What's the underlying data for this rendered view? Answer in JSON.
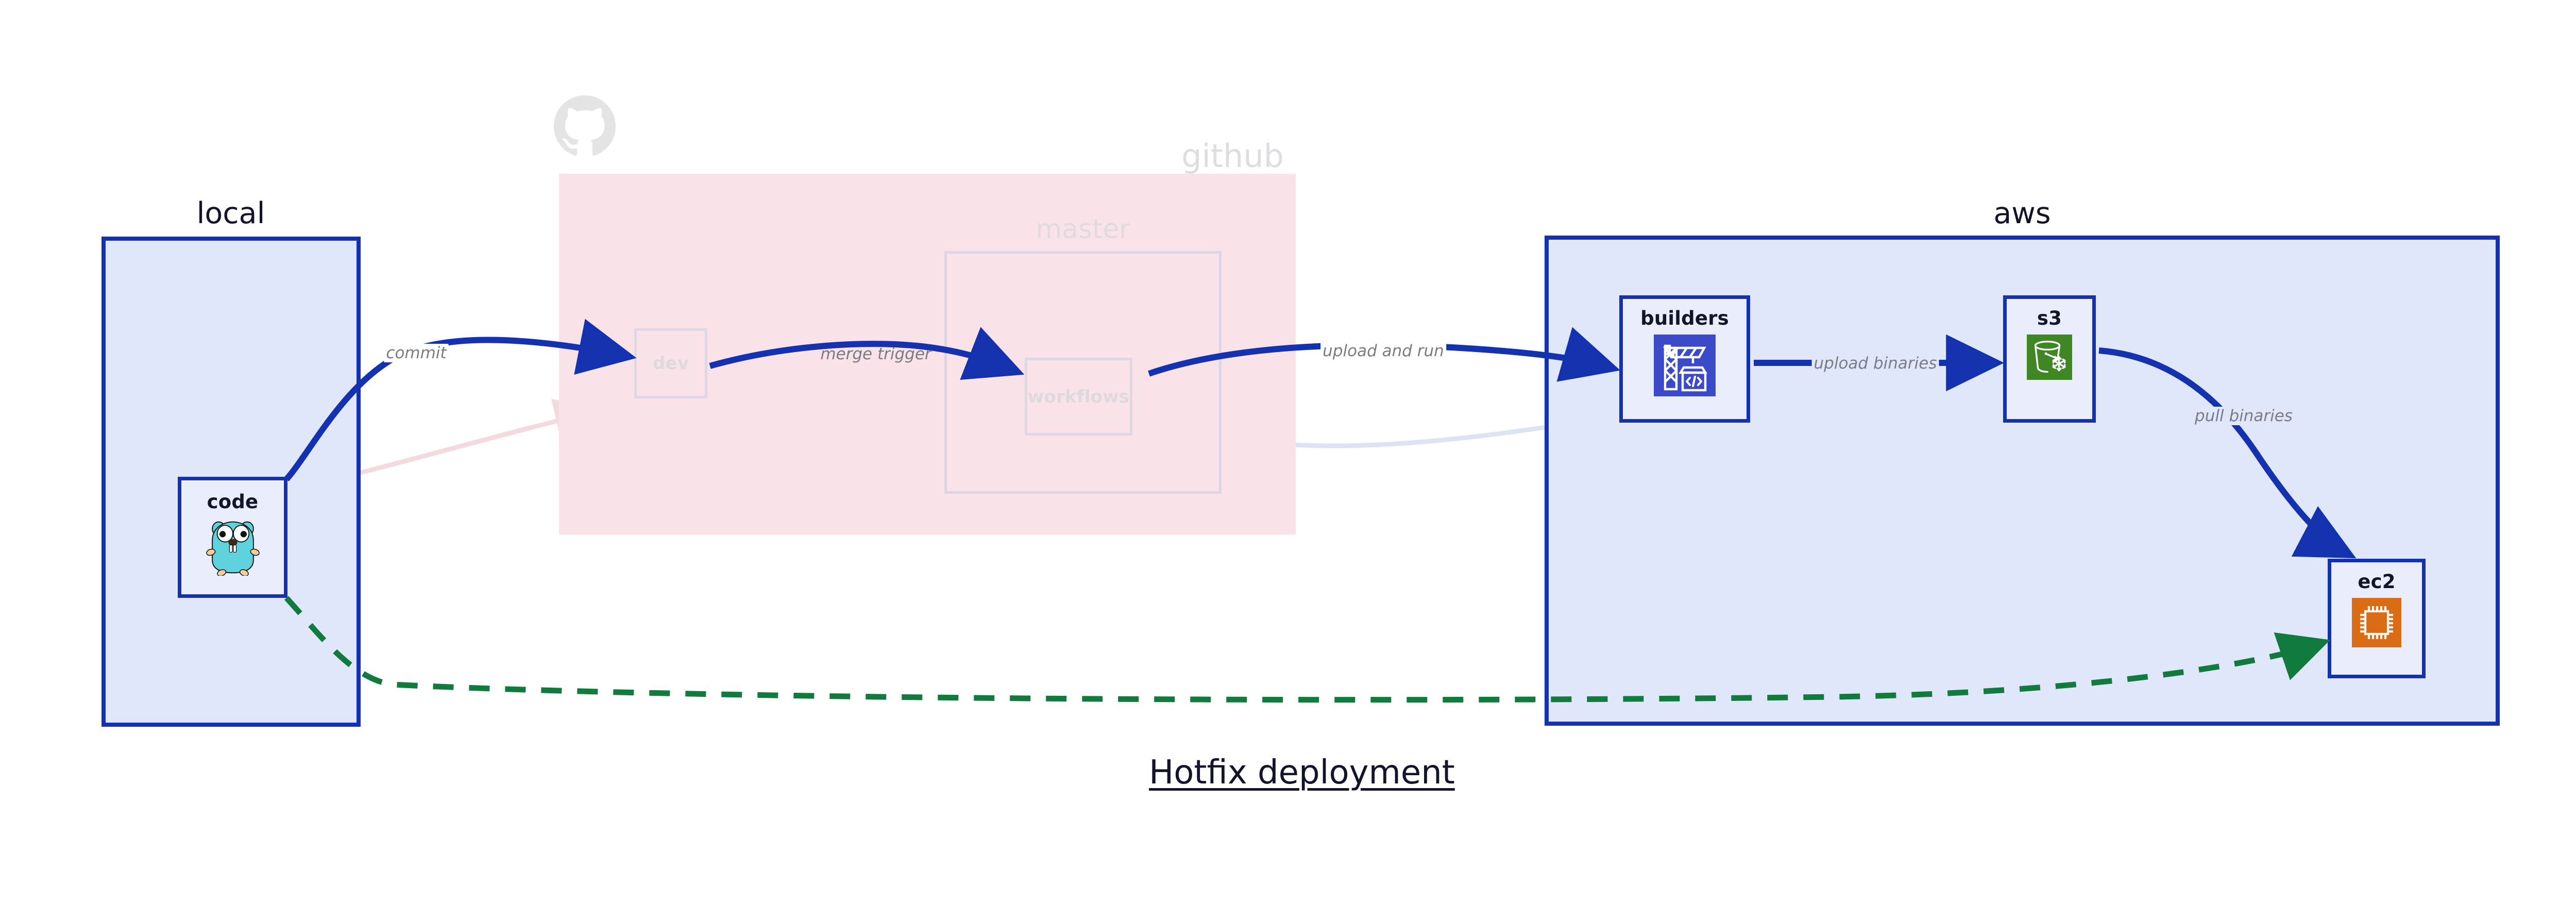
{
  "title": "Hotfix deployment",
  "colors": {
    "edge_blue": "#1431b0",
    "edge_green": "#117a3d",
    "group_blue_fill": "#e1e7fb",
    "group_blue_border": "#1431b0",
    "group_pink_fill": "#f9e3e8",
    "node_fill": "#eaeefc",
    "ghost_border": "#ded7e4",
    "label_grey": "#7b7b85",
    "title_ink": "#12142b",
    "builders_icon_bg": "#3b4ac9",
    "s3_icon_bg": "#3f8624",
    "ec2_icon_bg": "#da6c15",
    "gopher_body": "#5fd2dd"
  },
  "groups": [
    {
      "id": "local",
      "label": "local",
      "style": "blue",
      "faded": false
    },
    {
      "id": "github",
      "label": "github",
      "style": "pink",
      "faded": true
    },
    {
      "id": "aws",
      "label": "aws",
      "style": "blue",
      "faded": false
    }
  ],
  "subframes": [
    {
      "id": "master",
      "label": "master",
      "parent": "github",
      "faded": true
    }
  ],
  "nodes": [
    {
      "id": "code",
      "label": "code",
      "group": "local",
      "icon": "go-gopher-icon",
      "faded": false
    },
    {
      "id": "dev",
      "label": "dev",
      "group": "github",
      "icon": null,
      "faded": true
    },
    {
      "id": "workflows",
      "label": "workflows",
      "group": "master",
      "icon": null,
      "faded": true
    },
    {
      "id": "builders",
      "label": "builders",
      "group": "aws",
      "icon": "crane-code-icon",
      "faded": false
    },
    {
      "id": "s3",
      "label": "s3",
      "group": "aws",
      "icon": "s3-bucket-icon",
      "faded": false
    },
    {
      "id": "ec2",
      "label": "ec2",
      "group": "aws",
      "icon": "cpu-chip-icon",
      "faded": false
    }
  ],
  "edges": [
    {
      "id": "e1",
      "from": "code",
      "to": "dev",
      "label": "commit",
      "color": "#1431b0",
      "style": "solid",
      "faded": false
    },
    {
      "id": "e2",
      "from": "dev",
      "to": "workflows",
      "label": "merge trigger",
      "color": "#1431b0",
      "style": "solid",
      "faded": false
    },
    {
      "id": "e3",
      "from": "workflows",
      "to": "builders",
      "label": "upload and run",
      "color": "#1431b0",
      "style": "solid",
      "faded": false
    },
    {
      "id": "e4",
      "from": "builders",
      "to": "s3",
      "label": "upload binaries",
      "color": "#1431b0",
      "style": "solid",
      "faded": false
    },
    {
      "id": "e5",
      "from": "s3",
      "to": "ec2",
      "label": "pull binaries",
      "color": "#1431b0",
      "style": "solid",
      "faded": false
    },
    {
      "id": "e6",
      "from": "code",
      "to": "ec2",
      "label": "",
      "color": "#117a3d",
      "style": "dashed",
      "faded": false
    },
    {
      "id": "g1",
      "from": "code",
      "to": "dev",
      "label": "",
      "color": "#f6dfe4",
      "style": "solid",
      "faded": true
    },
    {
      "id": "g2",
      "from": "dev",
      "to": "workflows",
      "label": "",
      "color": "#dcdaec",
      "style": "solid",
      "faded": true
    },
    {
      "id": "g3",
      "from": "workflows",
      "to": "builders",
      "label": "",
      "color": "#e3e6f6",
      "style": "solid",
      "faded": true
    }
  ],
  "icons": {
    "github_logo": "github-octocat-icon"
  }
}
